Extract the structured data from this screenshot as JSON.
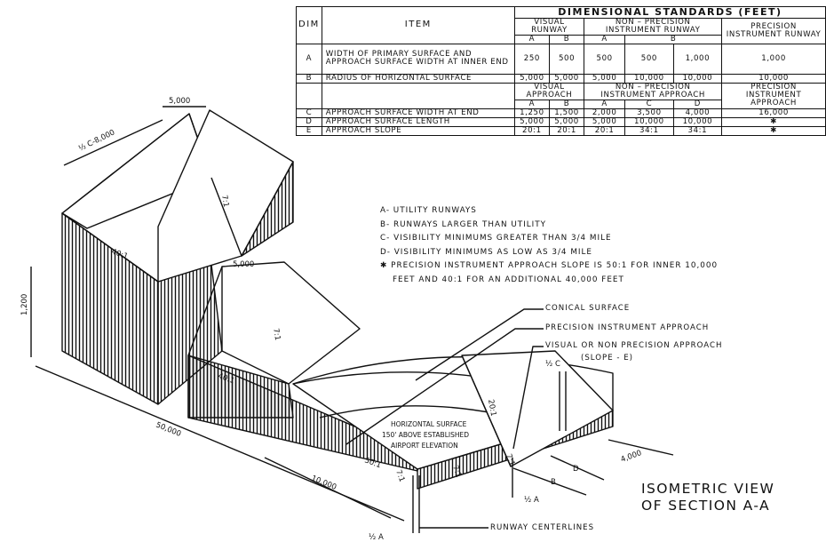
{
  "table": {
    "title": "DIMENSIONAL STANDARDS (FEET)",
    "head_dim": "DIM",
    "head_item": "ITEM",
    "visual_runway": "VISUAL RUNWAY",
    "nonprecision_runway": "NON – PRECISION INSTRUMENT RUNWAY",
    "precision_runway": "PRECISION INSTRUMENT RUNWAY",
    "visual_approach": "VISUAL APPROACH",
    "nonprecision_approach": "NON – PRECISION INSTRUMENT APPROACH",
    "precision_approach": "PRECISION INSTRUMENT APPROACH",
    "col_a": "A",
    "col_b": "B",
    "col_c": "C",
    "col_d": "D",
    "rows": [
      {
        "dim": "A",
        "item": "WIDTH OF PRIMARY SURFACE AND APPROACH SURFACE WIDTH AT INNER END",
        "values": [
          "250",
          "500",
          "500",
          "500",
          "1,000",
          "1,000"
        ]
      },
      {
        "dim": "B",
        "item": "RADIUS OF HORIZONTAL SURFACE",
        "values": [
          "5,000",
          "5,000",
          "5,000",
          "10,000",
          "10,000",
          "10,000"
        ]
      },
      {
        "dim": "C",
        "item": "APPROACH SURFACE WIDTH AT END",
        "values": [
          "1,250",
          "1,500",
          "2,000",
          "3,500",
          "4,000",
          "16,000"
        ]
      },
      {
        "dim": "D",
        "item": "APPROACH SURFACE LENGTH",
        "values": [
          "5,000",
          "5,000",
          "5,000",
          "10,000",
          "10,000",
          "✱"
        ]
      },
      {
        "dim": "E",
        "item": "APPROACH SLOPE",
        "values": [
          "20:1",
          "20:1",
          "20:1",
          "34:1",
          "34:1",
          "✱"
        ]
      }
    ]
  },
  "notes": {
    "a": "A- UTILITY RUNWAYS",
    "b": "B- RUNWAYS LARGER THAN UTILITY",
    "c": "C- VISIBILITY MINIMUMS GREATER THAN 3/4 MILE",
    "d": "D- VISIBILITY MINIMUMS AS LOW AS 3/4 MILE",
    "star1": "✱ PRECISION INSTRUMENT APPROACH SLOPE IS 50:1 FOR INNER 10,000",
    "star2": "FEET AND 40:1 FOR AN ADDITIONAL 40,000 FEET"
  },
  "callouts": {
    "conical": "CONICAL SURFACE",
    "precision": "PRECISION INSTRUMENT APPROACH",
    "visual1": "VISUAL OR NON PRECISION APPROACH",
    "visual2": "(SLOPE - E)",
    "centerlines": "RUNWAY CENTERLINES"
  },
  "drawing": {
    "horiz1": "HORIZONTAL SURFACE",
    "horiz2": "150' ABOVE ESTABLISHED",
    "horiz3": "AIRPORT ELEVATION",
    "dim_c8000": "½ C-8,000",
    "dim_5000_top": "5,000",
    "dim_5000_mid": "5,000",
    "dim_1200": "1,200",
    "dim_50000": "50,000",
    "dim_10000": "10,000",
    "dim_4000": "4,000",
    "dim_d": "D",
    "dim_b": "B",
    "half_a_bottom": "½ A",
    "half_a_right": "½ A",
    "half_c": "½ C",
    "slope_7_1_top": "7:1",
    "slope_7_1_mid": "7:1",
    "slope_40_1_top": "40:1",
    "slope_40_1_mid": "40:1",
    "slope_50_1": "50:1",
    "slope_20_1": "20:1",
    "slope_7_1_a": "7:1",
    "slope_7_1_b": "7:1",
    "slope_7_1_c": "7:1"
  },
  "iso": {
    "line1": "ISOMETRIC VIEW",
    "line2": "OF SECTION A-A"
  }
}
